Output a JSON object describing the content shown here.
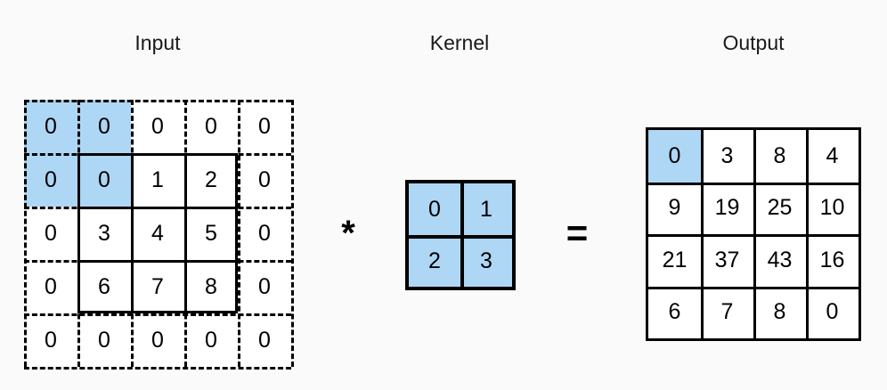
{
  "figure": {
    "type": "convolution-diagram",
    "background_color": "#fafafa",
    "highlight_color": "#aed6f5",
    "line_color": "#000000"
  },
  "titles": {
    "input": "Input",
    "kernel": "Kernel",
    "output": "Output"
  },
  "operators": {
    "convolution": "*",
    "equals": "="
  },
  "input": {
    "rows": 5,
    "cols": 5,
    "padding": 1,
    "padded_border_style": "dashed",
    "inner_border_style": "solid",
    "values": [
      [
        "0",
        "0",
        "0",
        "0",
        "0"
      ],
      [
        "0",
        "0",
        "1",
        "2",
        "0"
      ],
      [
        "0",
        "3",
        "4",
        "5",
        "0"
      ],
      [
        "0",
        "6",
        "7",
        "8",
        "0"
      ],
      [
        "0",
        "0",
        "0",
        "0",
        "0"
      ]
    ],
    "highlighted": [
      [
        true,
        true,
        false,
        false,
        false
      ],
      [
        true,
        true,
        false,
        false,
        false
      ],
      [
        false,
        false,
        false,
        false,
        false
      ],
      [
        false,
        false,
        false,
        false,
        false
      ],
      [
        false,
        false,
        false,
        false,
        false
      ]
    ]
  },
  "kernel": {
    "rows": 2,
    "cols": 2,
    "values": [
      [
        "0",
        "1"
      ],
      [
        "2",
        "3"
      ]
    ],
    "highlighted": [
      [
        true,
        true
      ],
      [
        true,
        true
      ]
    ]
  },
  "output": {
    "rows": 4,
    "cols": 4,
    "values": [
      [
        "0",
        "3",
        "8",
        "4"
      ],
      [
        "9",
        "19",
        "25",
        "10"
      ],
      [
        "21",
        "37",
        "43",
        "16"
      ],
      [
        "6",
        "7",
        "8",
        "0"
      ]
    ],
    "highlighted": [
      [
        true,
        false,
        false,
        false
      ],
      [
        false,
        false,
        false,
        false
      ],
      [
        false,
        false,
        false,
        false
      ],
      [
        false,
        false,
        false,
        false
      ]
    ]
  }
}
